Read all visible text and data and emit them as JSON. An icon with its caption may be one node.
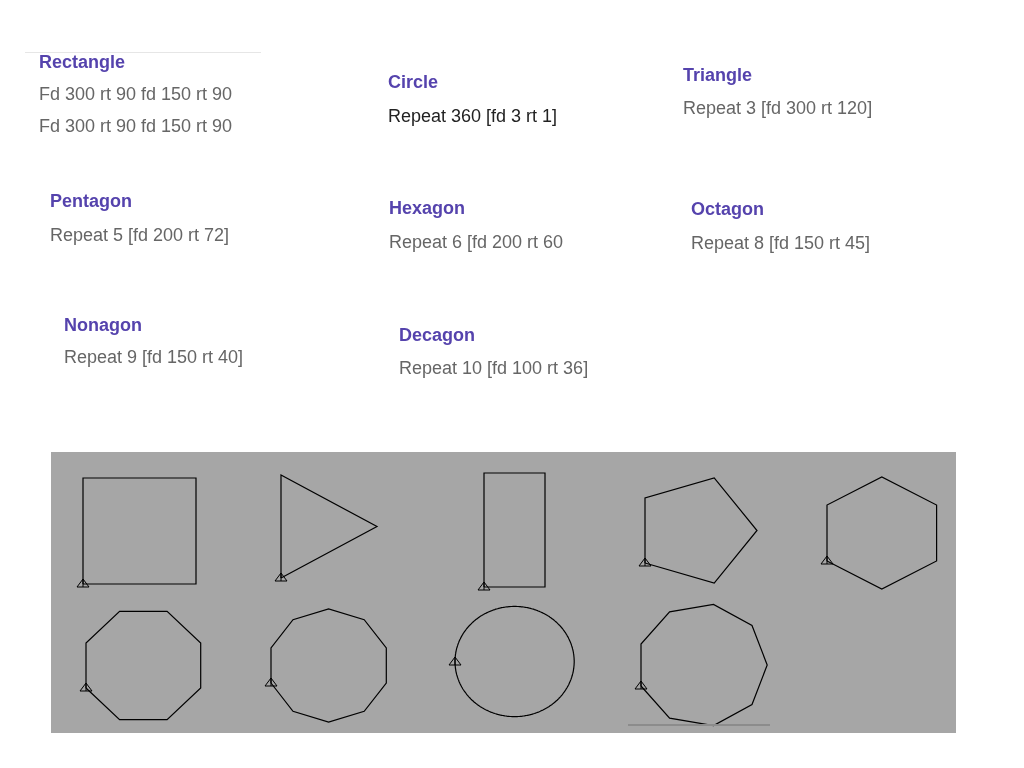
{
  "diagram": {
    "labels": [
      "Rectangle",
      "Fd 300 rt 90 fd 150 rt 90",
      "Fd 300 rt 90 fd 150 rt 90",
      "Circle",
      "Repeat 360 [fd 3 rt 1]",
      "Triangle",
      "Repeat 3 [fd 300 rt 120]",
      "Pentagon",
      "Repeat 5 [fd 200 rt 72]",
      "Hexagon",
      "Repeat 6 [fd 200 rt 60",
      "Octagon",
      "Repeat 8 [fd 150 rt 45]",
      "Nonagon",
      "Repeat 9 [fd 150 rt 40]",
      "Decagon",
      "Repeat 10 [fd 100 rt 36]"
    ]
  }
}
